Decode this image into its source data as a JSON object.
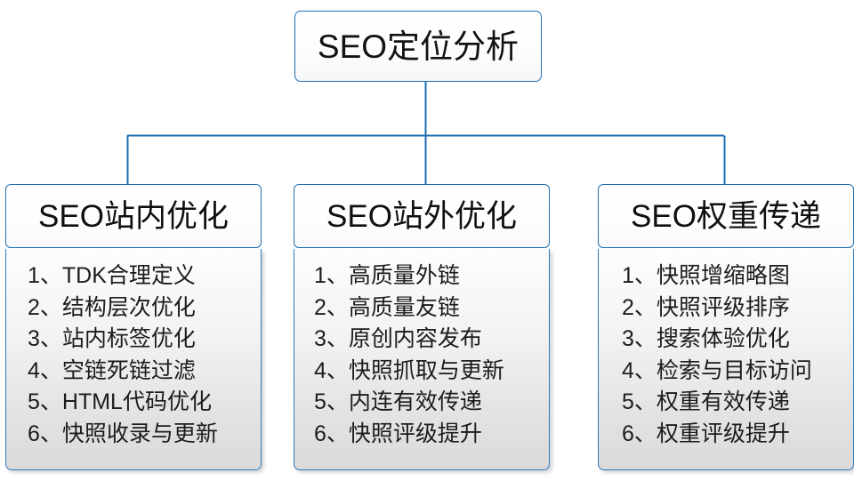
{
  "diagram": {
    "type": "organization-tree",
    "accent_color": "#1f6fb5",
    "line_color": "#1b6fb3",
    "text_color": "#121212",
    "background": "#ffffff",
    "root": {
      "label": "SEO定位分析"
    },
    "branches": [
      {
        "header": "SEO站内优化",
        "items": [
          "1、TDK合理定义",
          "2、结构层次优化",
          "3、站内标签优化",
          "4、空链死链过滤",
          "5、HTML代码优化",
          "6、快照收录与更新"
        ]
      },
      {
        "header": "SEO站外优化",
        "items": [
          "1、高质量外链",
          "2、高质量友链",
          "3、原创内容发布",
          "4、快照抓取与更新",
          "5、内连有效传递",
          "6、快照评级提升"
        ]
      },
      {
        "header": "SEO权重传递",
        "items": [
          "1、快照增缩略图",
          "2、快照评级排序",
          "3、搜索体验优化",
          "4、检索与目标访问",
          "5、权重有效传递",
          "6、权重评级提升"
        ]
      }
    ]
  }
}
